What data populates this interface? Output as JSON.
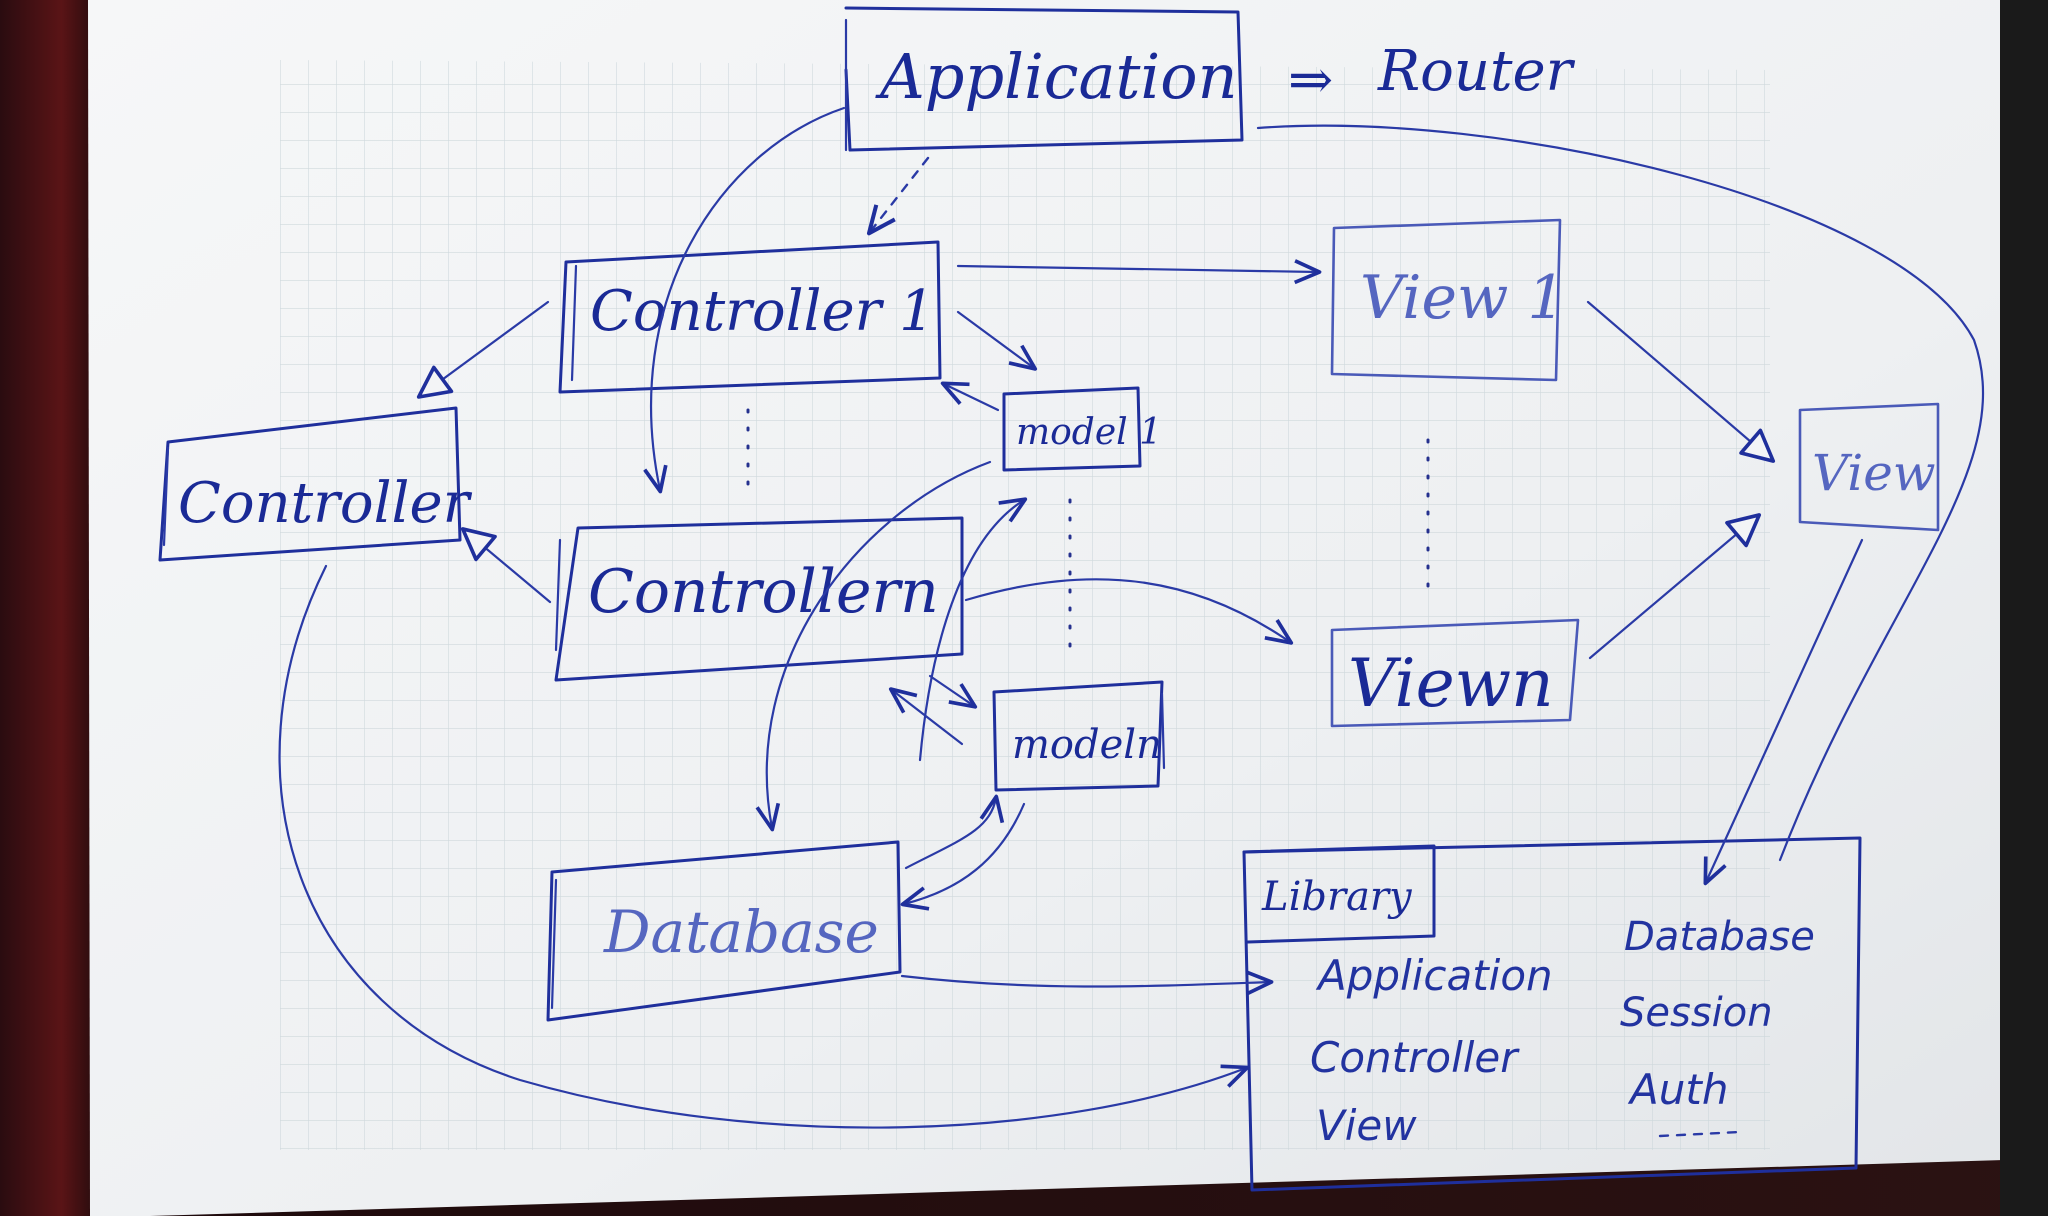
{
  "nodes": {
    "application": "Application",
    "router": "Router",
    "controller_1": "Controller 1",
    "controller_n": "Controllern",
    "controller": "Controller",
    "model_1": "model 1",
    "model_n": "modeln",
    "view_1": "View 1",
    "view_n": "Viewn",
    "view": "View",
    "database": "Database"
  },
  "arrow_labels": {
    "router_arrow": "⇒"
  },
  "library": {
    "title": "Library",
    "left_column": [
      "Application",
      "Controller",
      "View"
    ],
    "right_column": [
      "Database",
      "Session",
      "Auth"
    ]
  },
  "colors": {
    "ink": "#1f2f9c",
    "paper": "#f3f4f6",
    "grid": "#c9d4d8"
  }
}
